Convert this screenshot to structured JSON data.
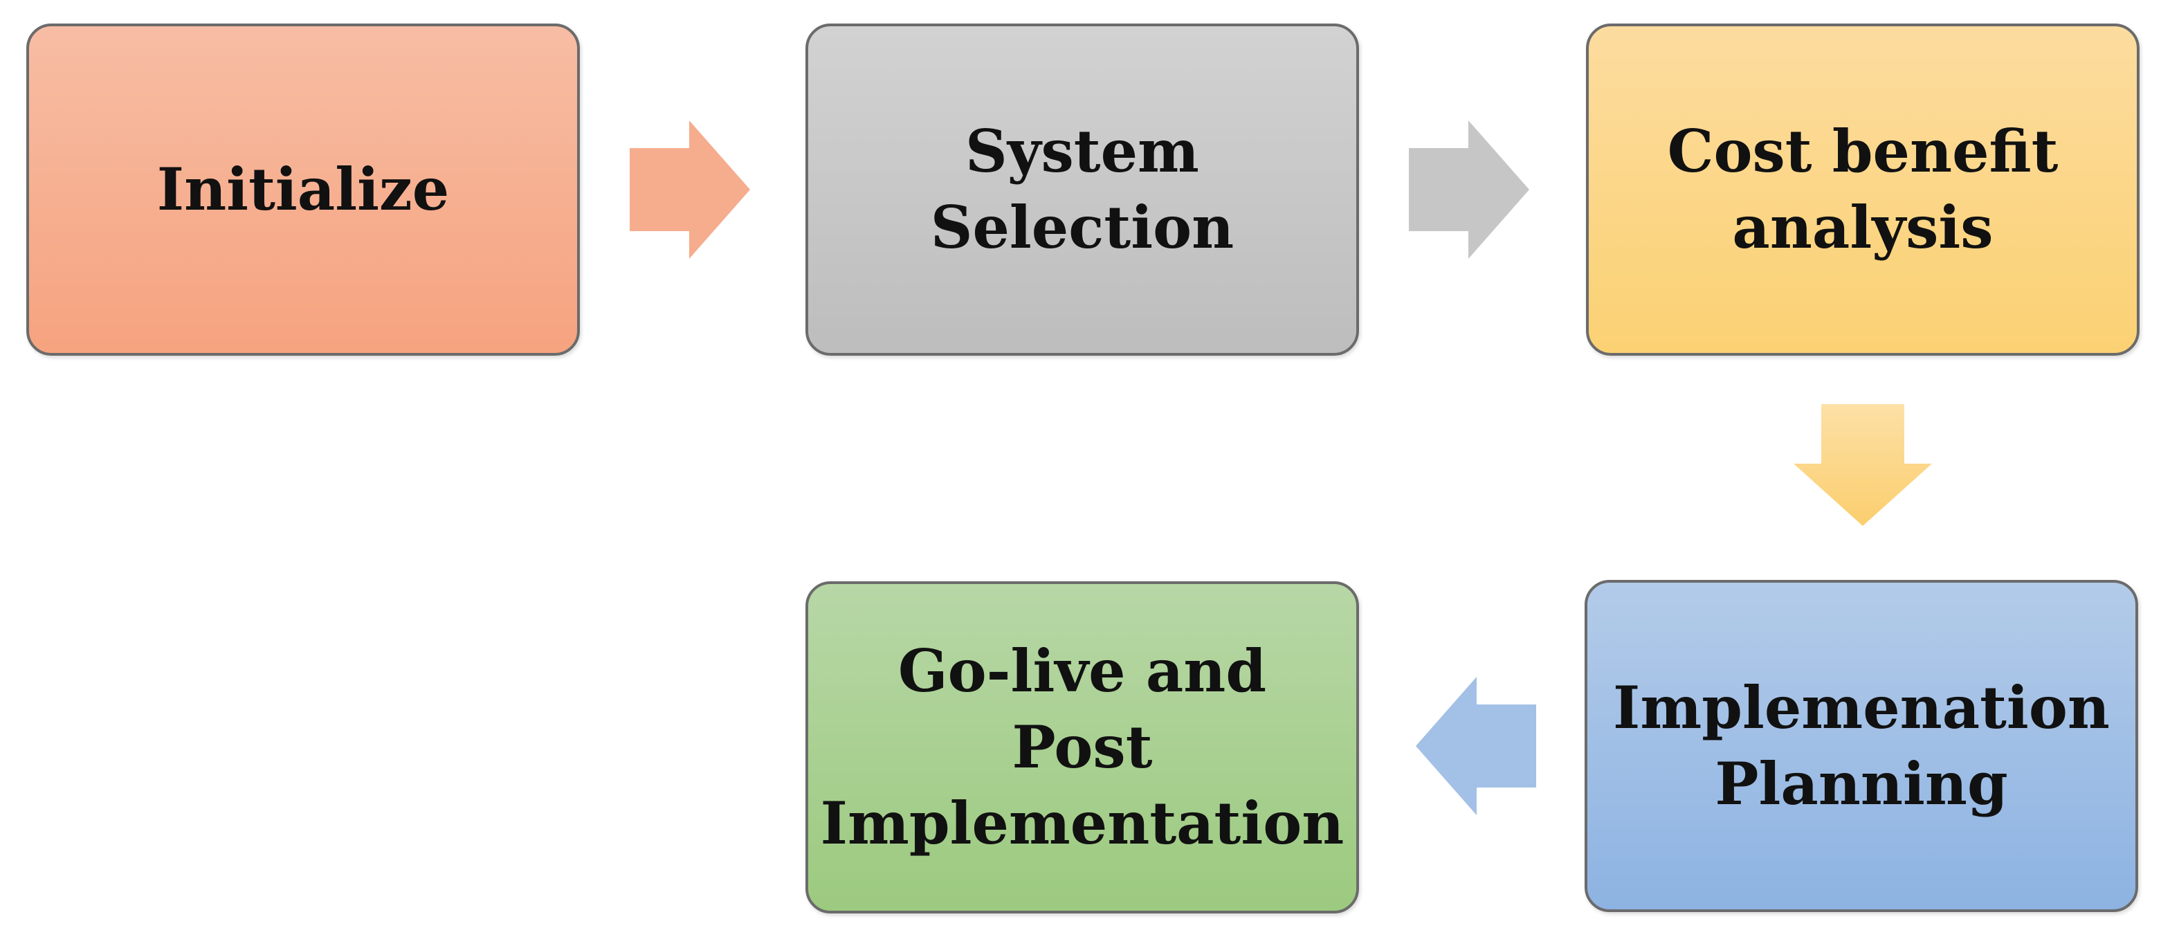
{
  "steps": [
    {
      "id": "initialize",
      "label": "Initialize",
      "color_top": "#f7bda4",
      "color_bottom": "#f6a37f"
    },
    {
      "id": "system",
      "label": "System Selection",
      "color_top": "#d2d2d2",
      "color_bottom": "#bdbdbd"
    },
    {
      "id": "cost",
      "label": "Cost benefit analysis",
      "color_top": "#fcdc9f",
      "color_bottom": "#fbd173"
    },
    {
      "id": "impl",
      "label": "Implemenation Planning",
      "color_top": "#b3cbe9",
      "color_bottom": "#8db3e2"
    },
    {
      "id": "golive",
      "label": "Go-live and Post Implementation",
      "color_top": "#b7d7a6",
      "color_bottom": "#9cca7f"
    }
  ],
  "arrows": [
    {
      "from": "initialize",
      "to": "system",
      "direction": "right",
      "color": "#f5ad8e"
    },
    {
      "from": "system",
      "to": "cost",
      "direction": "right",
      "color": "#c6c6c6"
    },
    {
      "from": "cost",
      "to": "impl",
      "direction": "down",
      "color": "#fcd583"
    },
    {
      "from": "impl",
      "to": "golive",
      "direction": "left",
      "color": "#a3c0e6"
    }
  ]
}
